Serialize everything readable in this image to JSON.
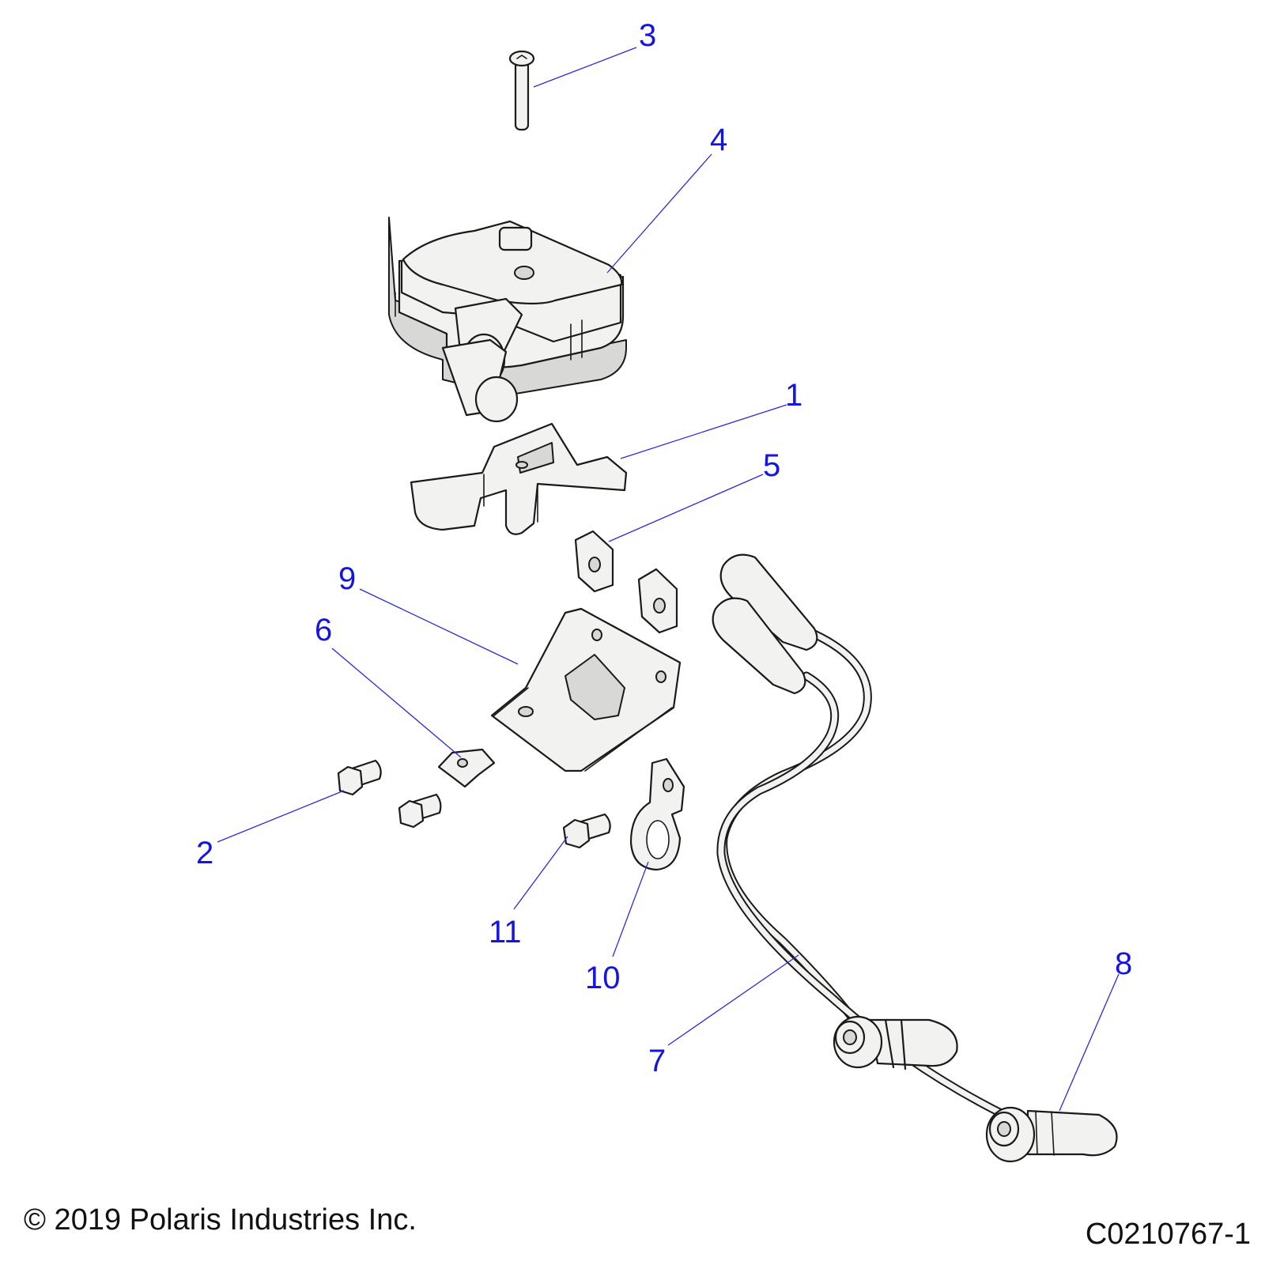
{
  "diagram": {
    "callouts": [
      {
        "id": "1",
        "label": "1"
      },
      {
        "id": "2",
        "label": "2"
      },
      {
        "id": "3",
        "label": "3"
      },
      {
        "id": "4",
        "label": "4"
      },
      {
        "id": "5",
        "label": "5"
      },
      {
        "id": "6",
        "label": "6"
      },
      {
        "id": "7",
        "label": "7"
      },
      {
        "id": "8",
        "label": "8"
      },
      {
        "id": "9",
        "label": "9"
      },
      {
        "id": "10",
        "label": "10"
      },
      {
        "id": "11",
        "label": "11"
      }
    ]
  },
  "footer": {
    "copyright": "© 2019 Polaris Industries Inc.",
    "figure_id": "C0210767-1"
  }
}
